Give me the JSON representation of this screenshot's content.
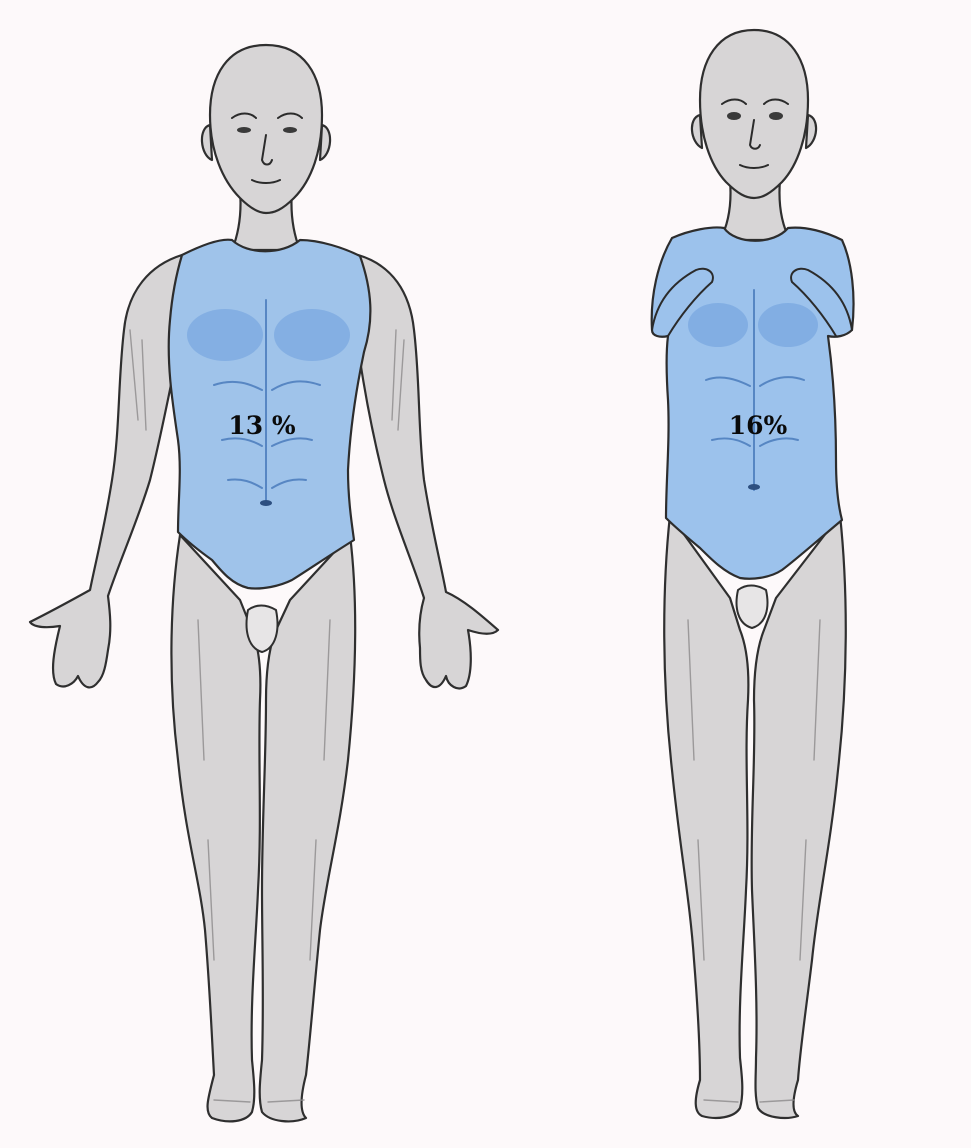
{
  "figures": [
    {
      "id": "left",
      "burn_label": "13 %",
      "burn_color": "#9fc3ea"
    },
    {
      "id": "right",
      "burn_label": "16%",
      "burn_color": "#9cc2ec"
    }
  ],
  "colors": {
    "background": "#fdf9fa",
    "skin": "#d7d5d6",
    "outline": "#2f2f2f",
    "label": "#0a0a0a"
  }
}
